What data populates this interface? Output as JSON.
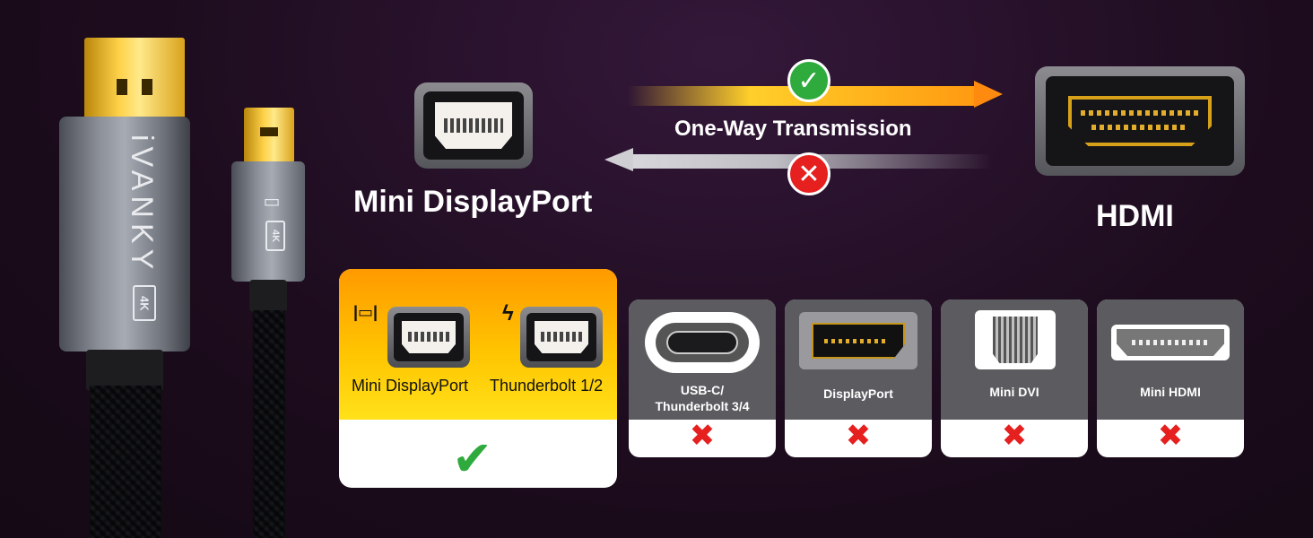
{
  "product": {
    "brand": "iVANKY",
    "badge_dp": "4K",
    "badge_mdp": "4K"
  },
  "transmission": {
    "source_label": "Mini DisplayPort",
    "target_label": "HDMI",
    "direction_label": "One-Way Transmission",
    "forward_icon": "check-circle-icon",
    "reverse_icon": "cross-circle-icon"
  },
  "compatible": {
    "ports": [
      {
        "label": "Mini DisplayPort",
        "logo": "mini-displayport-logo"
      },
      {
        "label": "Thunderbolt 1/2",
        "logo": "thunderbolt-logo"
      }
    ],
    "status_icon": "check-icon",
    "status_symbol": "✔"
  },
  "incompatible": {
    "status_symbol": "✖",
    "ports": [
      {
        "label_line1": "USB-C/",
        "label_line2": "Thunderbolt 3/4"
      },
      {
        "label_line1": "DisplayPort",
        "label_line2": ""
      },
      {
        "label_line1": "Mini DVI",
        "label_line2": ""
      },
      {
        "label_line1": "Mini HDMI",
        "label_line2": ""
      }
    ]
  },
  "colors": {
    "background": "#1c0d1c",
    "accent_yellow": "#ffc400",
    "ok_green": "#2faa3c",
    "no_red": "#e5201f",
    "hdmi_gold": "#d7a019",
    "card_gray": "#5b5b60"
  }
}
